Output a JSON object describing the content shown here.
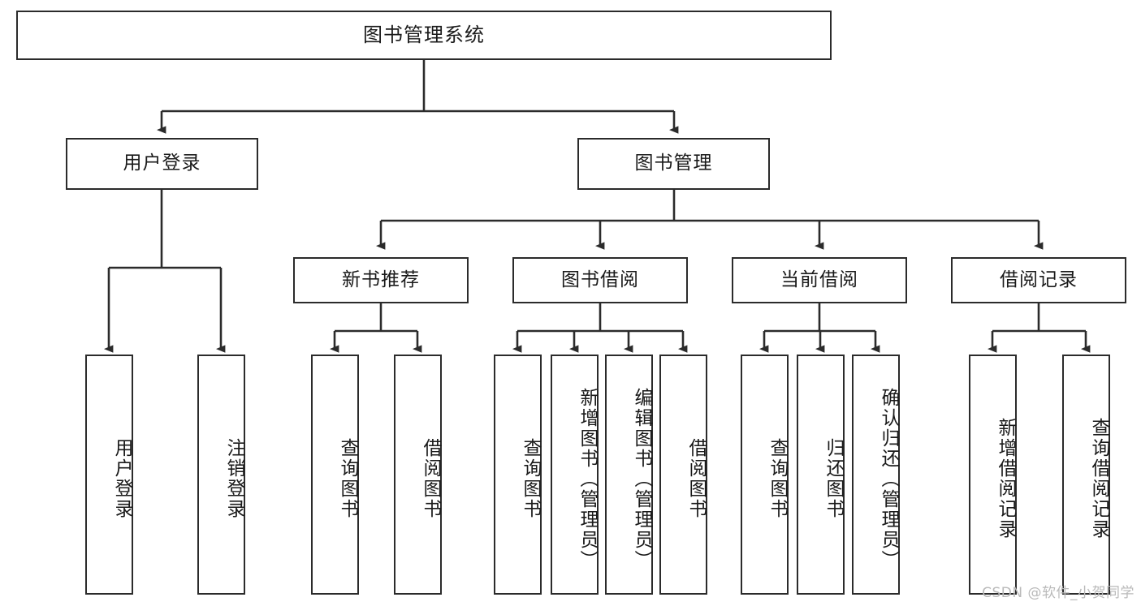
{
  "diagram": {
    "title": "图书管理系统",
    "type": "functional-structure-tree",
    "stroke_color": "#2b2b2b",
    "background_color": "#ffffff",
    "text_color": "#1a1a1a"
  },
  "root": {
    "label": "图书管理系统"
  },
  "level2": [
    {
      "id": "user-login",
      "label": "用户登录"
    },
    {
      "id": "book-management",
      "label": "图书管理"
    }
  ],
  "level3": [
    {
      "id": "new-book-recommend",
      "label": "新书推荐",
      "parent": "book-management"
    },
    {
      "id": "book-borrow",
      "label": "图书借阅",
      "parent": "book-management"
    },
    {
      "id": "current-borrow",
      "label": "当前借阅",
      "parent": "book-management"
    },
    {
      "id": "borrow-record",
      "label": "借阅记录",
      "parent": "book-management"
    }
  ],
  "leaves": {
    "user_login": [
      {
        "id": "leaf-user-login",
        "label": "用户登录"
      },
      {
        "id": "leaf-logout-login",
        "label": "注销登录"
      }
    ],
    "new_book_recommend": [
      {
        "id": "leaf-query-book-1",
        "label": "查询图书"
      },
      {
        "id": "leaf-borrow-book-1",
        "label": "借阅图书"
      }
    ],
    "book_borrow": [
      {
        "id": "leaf-query-book-2",
        "label": "查询图书"
      },
      {
        "id": "leaf-add-book",
        "label": "新增图书（管理员）"
      },
      {
        "id": "leaf-edit-book",
        "label": "编辑图书（管理员）"
      },
      {
        "id": "leaf-borrow-book-2",
        "label": "借阅图书"
      }
    ],
    "current_borrow": [
      {
        "id": "leaf-query-book-3",
        "label": "查询图书"
      },
      {
        "id": "leaf-return-book",
        "label": "归还图书"
      },
      {
        "id": "leaf-confirm-return",
        "label": "确认归还（管理员）"
      }
    ],
    "borrow_record": [
      {
        "id": "leaf-add-record",
        "label": "新增借阅记录"
      },
      {
        "id": "leaf-query-record",
        "label": "查询借阅记录"
      }
    ]
  },
  "watermark": {
    "text": "CSDN @软件_小贺同学"
  }
}
